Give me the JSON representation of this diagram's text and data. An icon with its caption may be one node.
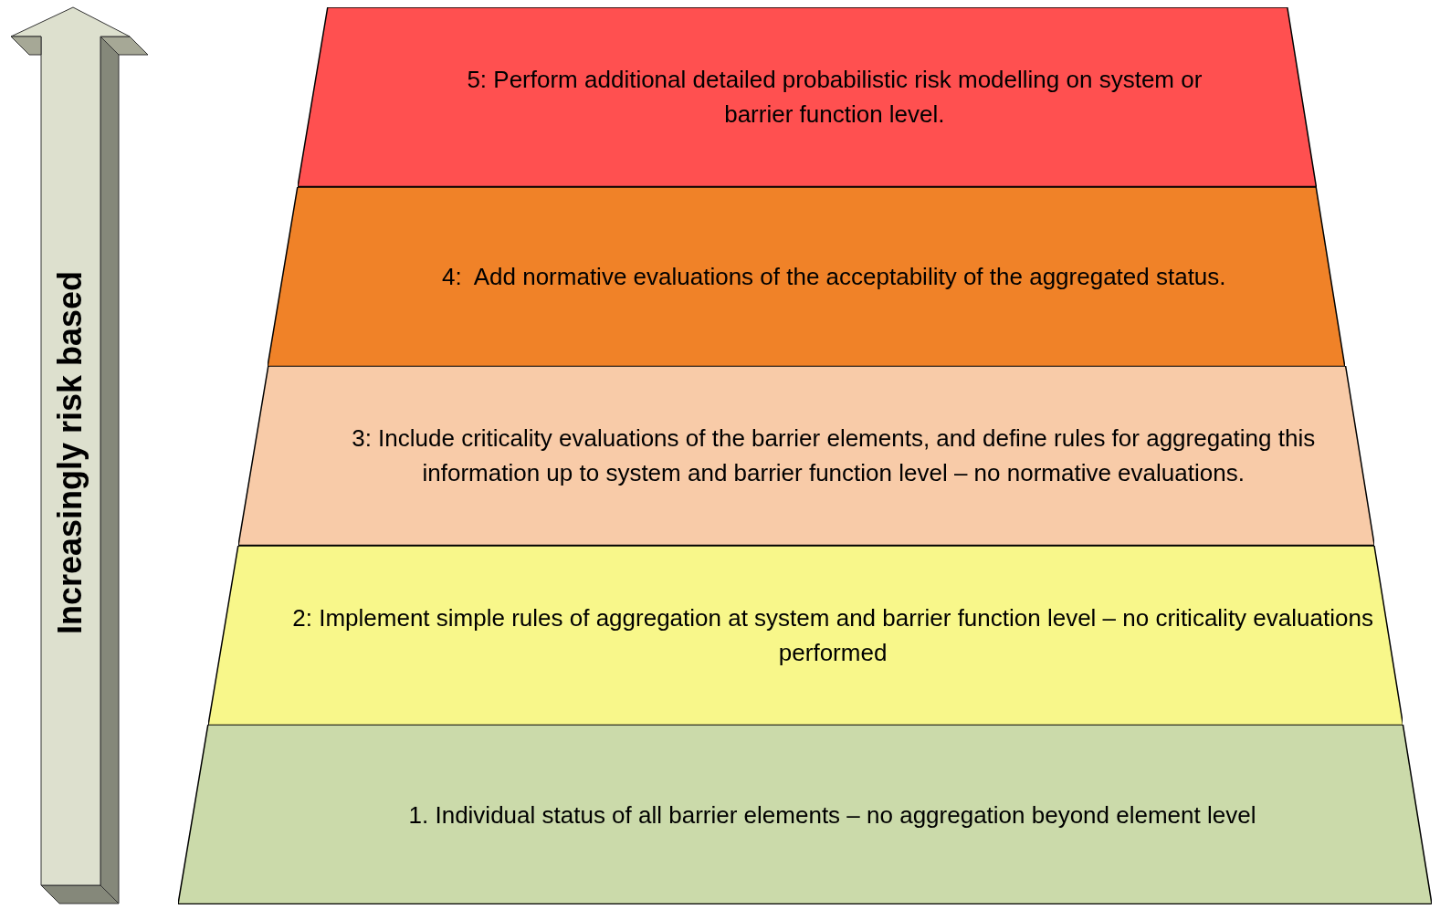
{
  "diagram": {
    "nodes": [
      {
        "text": [
          "Increasingly risk based"
        ]
      },
      {
        "text": [
          "5: Perform additional detailed probabilistic risk modelling on system or barrier function level."
        ]
      },
      {
        "text": [
          "4:  Add normative evaluations of the acceptability of the aggregated status."
        ]
      },
      {
        "text": [
          "3: Include criticality evaluations of the barrier elements, and define rules for aggregating this information up to system and barrier function level – no normative evaluations."
        ]
      },
      {
        "text": [
          "2: Implement simple rules of aggregation at system and barrier function level – no criticality evaluations performed"
        ]
      },
      {
        "text": [
          "1. Individual status of all barrier elements – no aggregation beyond element level"
        ]
      }
    ]
  }
}
